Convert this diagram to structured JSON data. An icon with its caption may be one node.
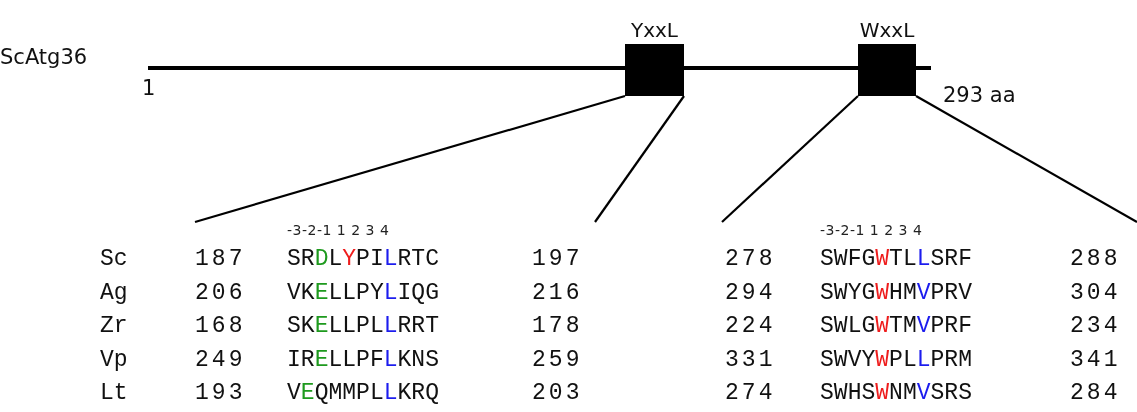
{
  "diagram": {
    "nodes": [
      {
        "text": [
          "YxxL"
        ]
      },
      {
        "text": [
          "WxxL"
        ]
      },
      {
        "text": [
          "-3-2-1 1 2 3 4",
          "187",
          "SRDLYPILRTC",
          "197",
          "206",
          "VKELLPYLIQG",
          "216",
          "168",
          "SKELLPLLRRT",
          "178",
          "249",
          "IRELLPFLKNS",
          "259",
          "193",
          "VEQMMPLLKRQ",
          "203"
        ]
      },
      {
        "text": [
          "-3-2-1 1 2 3 4",
          "278",
          "SWFGWTLLSRF",
          "288",
          "294",
          "SWYGWHMVPRV",
          "304",
          "224",
          "SWLGWTMVPRF",
          "234",
          "331",
          "SWVYWPLLPRM",
          "341",
          "274",
          "SWHSWNMVSRS",
          "284"
        ]
      }
    ],
    "edges": [
      {
        "from": 0,
        "to": 2,
        "arrow": "none"
      },
      {
        "from": 0,
        "to": 2,
        "arrow": "none"
      },
      {
        "from": 1,
        "to": 3,
        "arrow": "none"
      },
      {
        "from": 1,
        "to": 3,
        "arrow": "none"
      }
    ],
    "labels": [
      "ScAtg36",
      "1",
      "293 aa",
      "Sc",
      "Ag",
      "Zr",
      "Vp",
      "Lt"
    ]
  }
}
